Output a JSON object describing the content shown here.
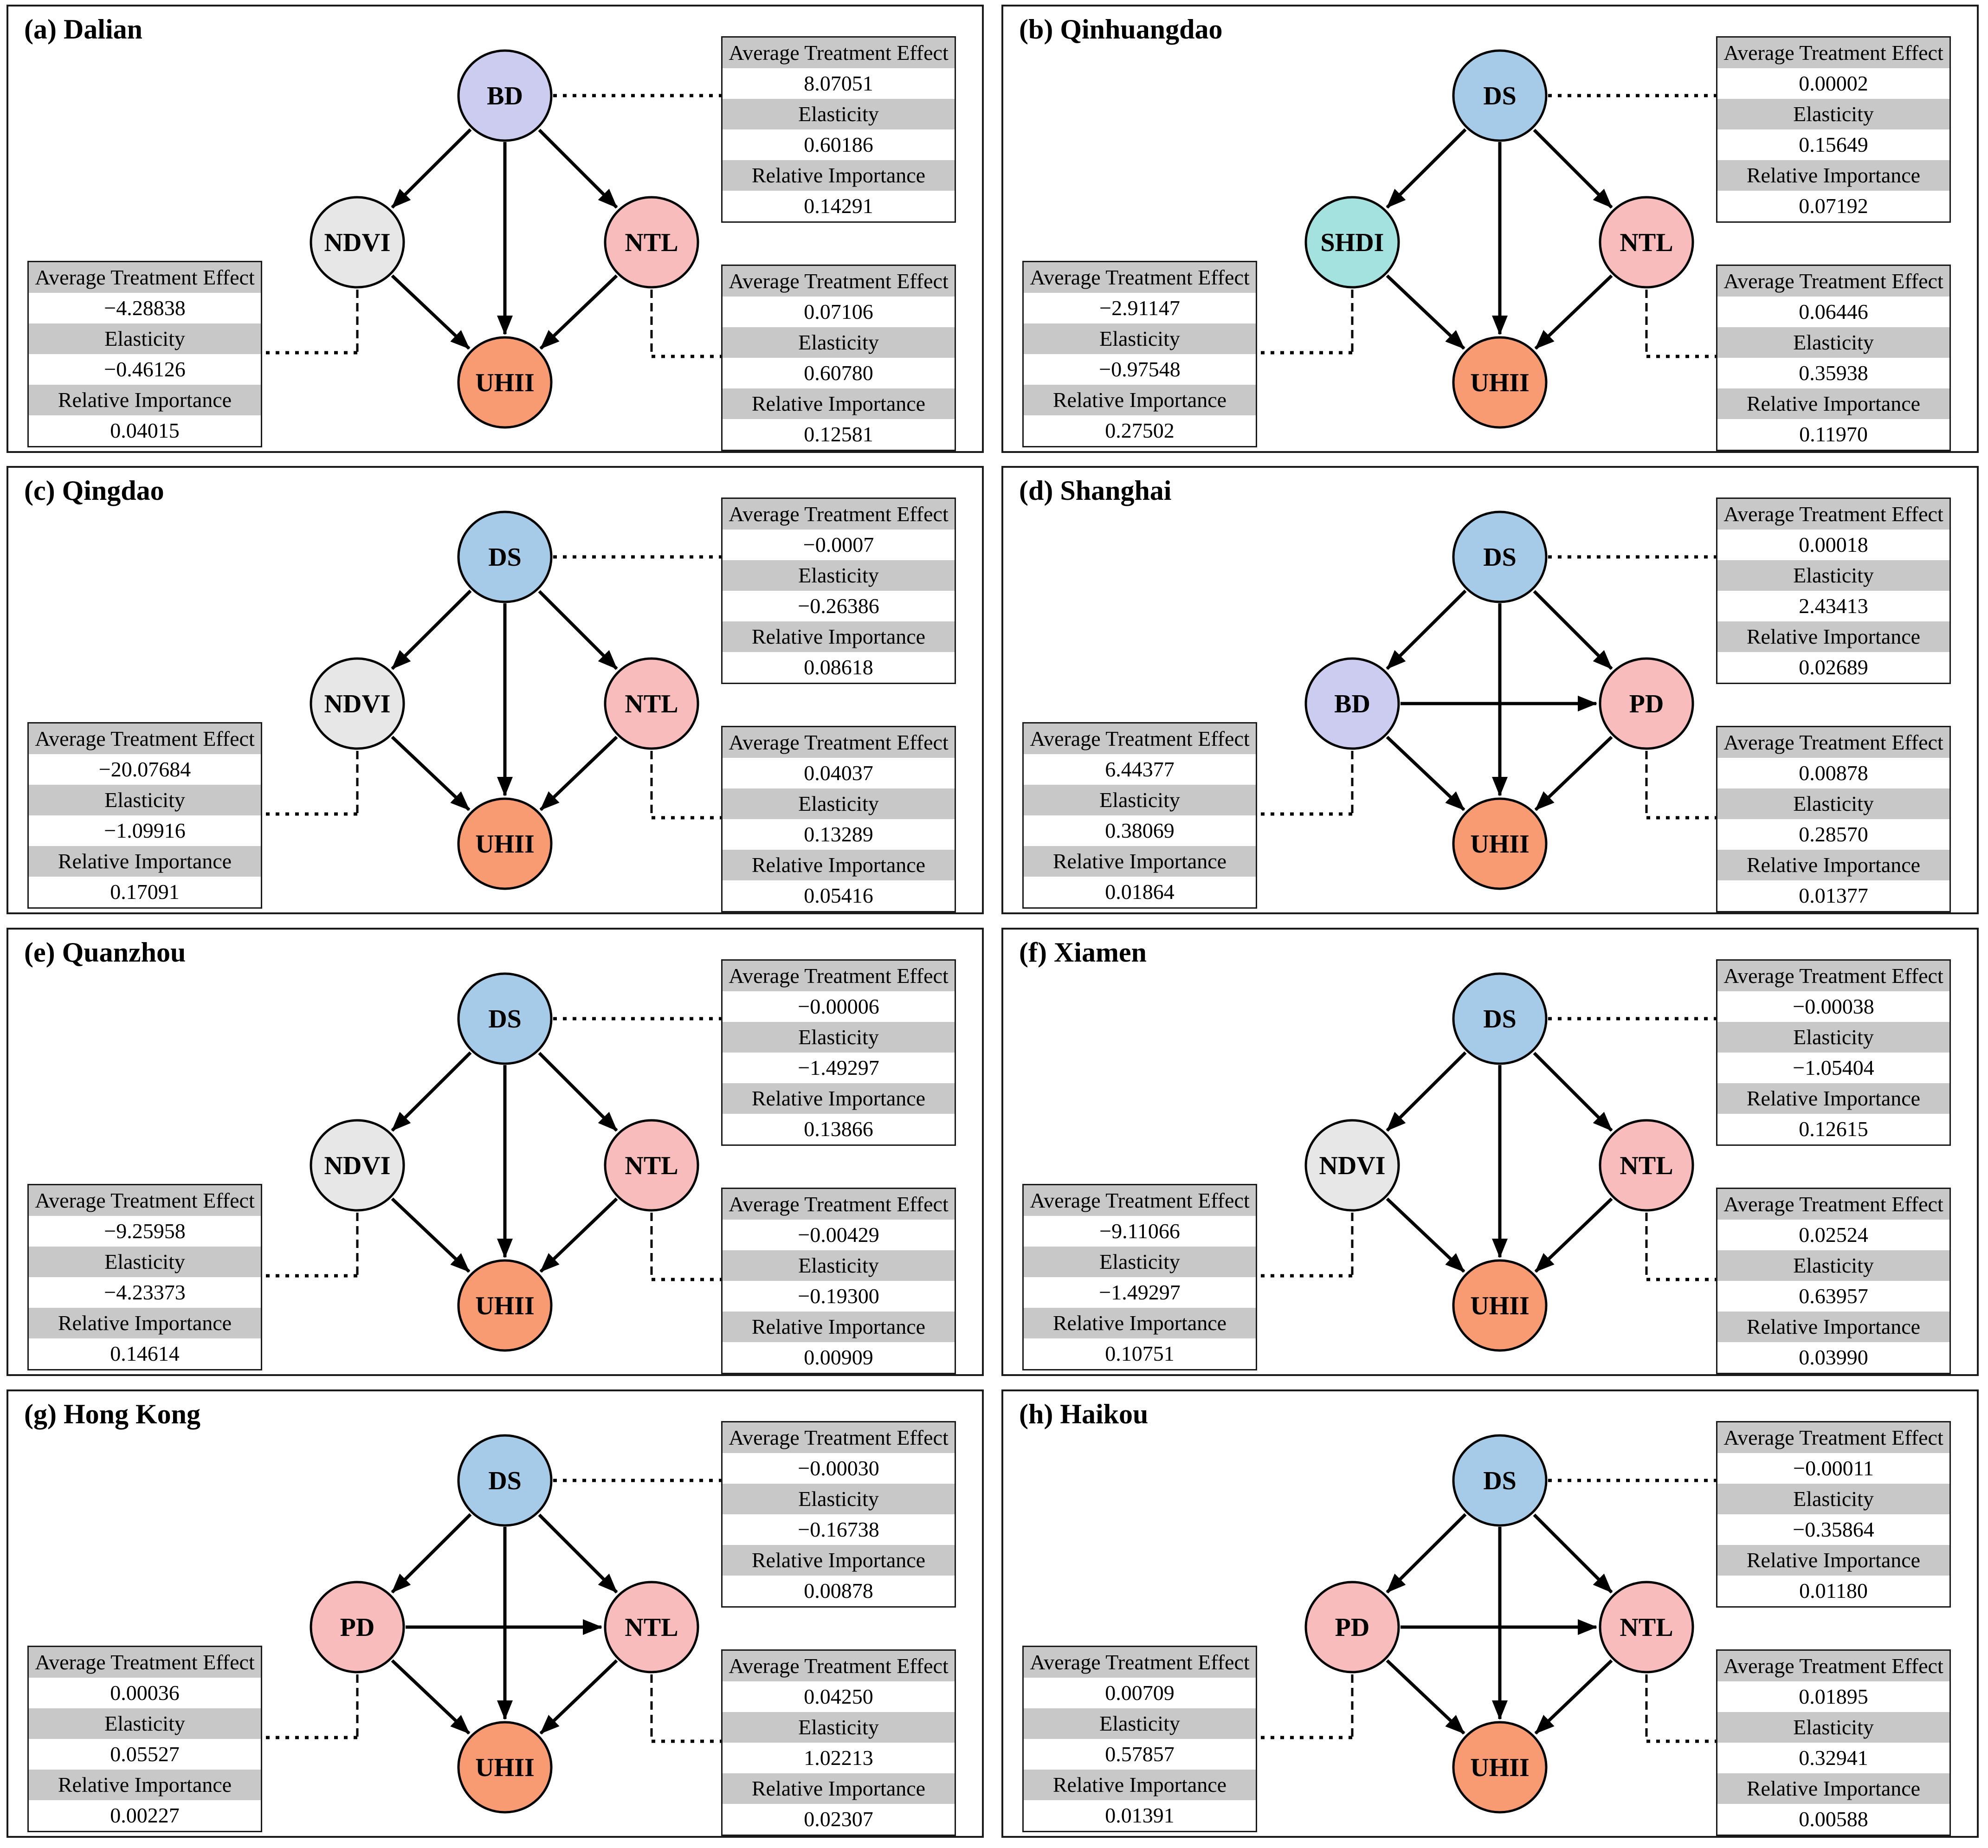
{
  "figure": {
    "type": "causal-diagram-grid",
    "description": "Causal graphs of urban drivers of UHII for eight cities with treatment-effect tables",
    "grid": "4 rows x 2 columns"
  },
  "labels": {
    "ate": "Average Treatment Effect",
    "elasticity": "Elasticity",
    "importance": "Relative Importance"
  },
  "colors": {
    "ds_blue": "#a6cbe8",
    "bd_lavender": "#ccccf0",
    "ndvi_gray": "#e7e7e7",
    "pink": "#f9bcbc",
    "shdi_teal": "#a4e2df",
    "uhii_orange": "#f89b72",
    "table_header_gray": "#c8c8c8",
    "line_black": "#000000"
  },
  "panels": [
    {
      "id": "a",
      "title": "(a) Dalian",
      "nodes": {
        "top": {
          "label": "BD",
          "color": "#ccccf0"
        },
        "left": {
          "label": "NDVI",
          "color": "#e7e7e7"
        },
        "right": {
          "label": "NTL",
          "color": "#f9bcbc"
        },
        "bottom": {
          "label": "UHII",
          "color": "#f89b72"
        }
      },
      "edges": [
        "BD->NDVI",
        "BD->UHII",
        "BD->NTL",
        "NDVI->UHII",
        "NTL->UHII"
      ],
      "tables": {
        "top": {
          "ate": "8.07051",
          "elasticity": "0.60186",
          "importance": "0.14291"
        },
        "left": {
          "ate": "−4.28838",
          "elasticity": "−0.46126",
          "importance": "0.04015"
        },
        "right": {
          "ate": "0.07106",
          "elasticity": "0.60780",
          "importance": "0.12581"
        }
      }
    },
    {
      "id": "b",
      "title": "(b) Qinhuangdao",
      "nodes": {
        "top": {
          "label": "DS",
          "color": "#a6cbe8"
        },
        "left": {
          "label": "SHDI",
          "color": "#a4e2df"
        },
        "right": {
          "label": "NTL",
          "color": "#f9bcbc"
        },
        "bottom": {
          "label": "UHII",
          "color": "#f89b72"
        }
      },
      "edges": [
        "DS->SHDI",
        "DS->UHII",
        "DS->NTL",
        "SHDI->UHII",
        "NTL->UHII"
      ],
      "tables": {
        "top": {
          "ate": "0.00002",
          "elasticity": "0.15649",
          "importance": "0.07192"
        },
        "left": {
          "ate": "−2.91147",
          "elasticity": "−0.97548",
          "importance": "0.27502"
        },
        "right": {
          "ate": "0.06446",
          "elasticity": "0.35938",
          "importance": "0.11970"
        }
      }
    },
    {
      "id": "c",
      "title": "(c) Qingdao",
      "nodes": {
        "top": {
          "label": "DS",
          "color": "#a6cbe8"
        },
        "left": {
          "label": "NDVI",
          "color": "#e7e7e7"
        },
        "right": {
          "label": "NTL",
          "color": "#f9bcbc"
        },
        "bottom": {
          "label": "UHII",
          "color": "#f89b72"
        }
      },
      "edges": [
        "DS->NDVI",
        "DS->UHII",
        "DS->NTL",
        "NDVI->UHII",
        "NTL->UHII"
      ],
      "tables": {
        "top": {
          "ate": "−0.0007",
          "elasticity": "−0.26386",
          "importance": "0.08618"
        },
        "left": {
          "ate": "−20.07684",
          "elasticity": "−1.09916",
          "importance": "0.17091"
        },
        "right": {
          "ate": "0.04037",
          "elasticity": "0.13289",
          "importance": "0.05416"
        }
      }
    },
    {
      "id": "d",
      "title": "(d) Shanghai",
      "nodes": {
        "top": {
          "label": "DS",
          "color": "#a6cbe8"
        },
        "left": {
          "label": "BD",
          "color": "#ccccf0"
        },
        "right": {
          "label": "PD",
          "color": "#f9bcbc"
        },
        "bottom": {
          "label": "UHII",
          "color": "#f89b72"
        }
      },
      "edges": [
        "DS->BD",
        "DS->UHII",
        "DS->PD",
        "BD->PD",
        "BD->UHII",
        "PD->UHII"
      ],
      "tables": {
        "top": {
          "ate": "0.00018",
          "elasticity": "2.43413",
          "importance": "0.02689"
        },
        "left": {
          "ate": "6.44377",
          "elasticity": "0.38069",
          "importance": "0.01864"
        },
        "right": {
          "ate": "0.00878",
          "elasticity": "0.28570",
          "importance": "0.01377"
        }
      }
    },
    {
      "id": "e",
      "title": "(e) Quanzhou",
      "nodes": {
        "top": {
          "label": "DS",
          "color": "#a6cbe8"
        },
        "left": {
          "label": "NDVI",
          "color": "#e7e7e7"
        },
        "right": {
          "label": "NTL",
          "color": "#f9bcbc"
        },
        "bottom": {
          "label": "UHII",
          "color": "#f89b72"
        }
      },
      "edges": [
        "DS->NDVI",
        "DS->UHII",
        "DS->NTL",
        "NDVI->UHII",
        "NTL->UHII"
      ],
      "tables": {
        "top": {
          "ate": "−0.00006",
          "elasticity": "−1.49297",
          "importance": "0.13866"
        },
        "left": {
          "ate": "−9.25958",
          "elasticity": "−4.23373",
          "importance": "0.14614"
        },
        "right": {
          "ate": "−0.00429",
          "elasticity": "−0.19300",
          "importance": "0.00909"
        }
      }
    },
    {
      "id": "f",
      "title": "(f) Xiamen",
      "nodes": {
        "top": {
          "label": "DS",
          "color": "#a6cbe8"
        },
        "left": {
          "label": "NDVI",
          "color": "#e7e7e7"
        },
        "right": {
          "label": "NTL",
          "color": "#f9bcbc"
        },
        "bottom": {
          "label": "UHII",
          "color": "#f89b72"
        }
      },
      "edges": [
        "DS->NDVI",
        "DS->UHII",
        "DS->NTL",
        "NDVI->UHII",
        "NTL->UHII"
      ],
      "tables": {
        "top": {
          "ate": "−0.00038",
          "elasticity": "−1.05404",
          "importance": "0.12615"
        },
        "left": {
          "ate": "−9.11066",
          "elasticity": "−1.49297",
          "importance": "0.10751"
        },
        "right": {
          "ate": "0.02524",
          "elasticity": "0.63957",
          "importance": "0.03990"
        }
      }
    },
    {
      "id": "g",
      "title": "(g) Hong Kong",
      "nodes": {
        "top": {
          "label": "DS",
          "color": "#a6cbe8"
        },
        "left": {
          "label": "PD",
          "color": "#f9bcbc"
        },
        "right": {
          "label": "NTL",
          "color": "#f9bcbc"
        },
        "bottom": {
          "label": "UHII",
          "color": "#f89b72"
        }
      },
      "edges": [
        "DS->PD",
        "DS->UHII",
        "DS->NTL",
        "PD->NTL",
        "PD->UHII",
        "NTL->UHII"
      ],
      "tables": {
        "top": {
          "ate": "−0.00030",
          "elasticity": "−0.16738",
          "importance": "0.00878"
        },
        "left": {
          "ate": "0.00036",
          "elasticity": "0.05527",
          "importance": "0.00227"
        },
        "right": {
          "ate": "0.04250",
          "elasticity": "1.02213",
          "importance": "0.02307"
        }
      }
    },
    {
      "id": "h",
      "title": "(h) Haikou",
      "nodes": {
        "top": {
          "label": "DS",
          "color": "#a6cbe8"
        },
        "left": {
          "label": "PD",
          "color": "#f9bcbc"
        },
        "right": {
          "label": "NTL",
          "color": "#f9bcbc"
        },
        "bottom": {
          "label": "UHII",
          "color": "#f89b72"
        }
      },
      "edges": [
        "DS->PD",
        "DS->UHII",
        "DS->NTL",
        "PD->NTL",
        "PD->UHII",
        "NTL->UHII"
      ],
      "tables": {
        "top": {
          "ate": "−0.00011",
          "elasticity": "−0.35864",
          "importance": "0.01180"
        },
        "left": {
          "ate": "0.00709",
          "elasticity": "0.57857",
          "importance": "0.01391"
        },
        "right": {
          "ate": "0.01895",
          "elasticity": "0.32941",
          "importance": "0.00588"
        }
      }
    }
  ]
}
